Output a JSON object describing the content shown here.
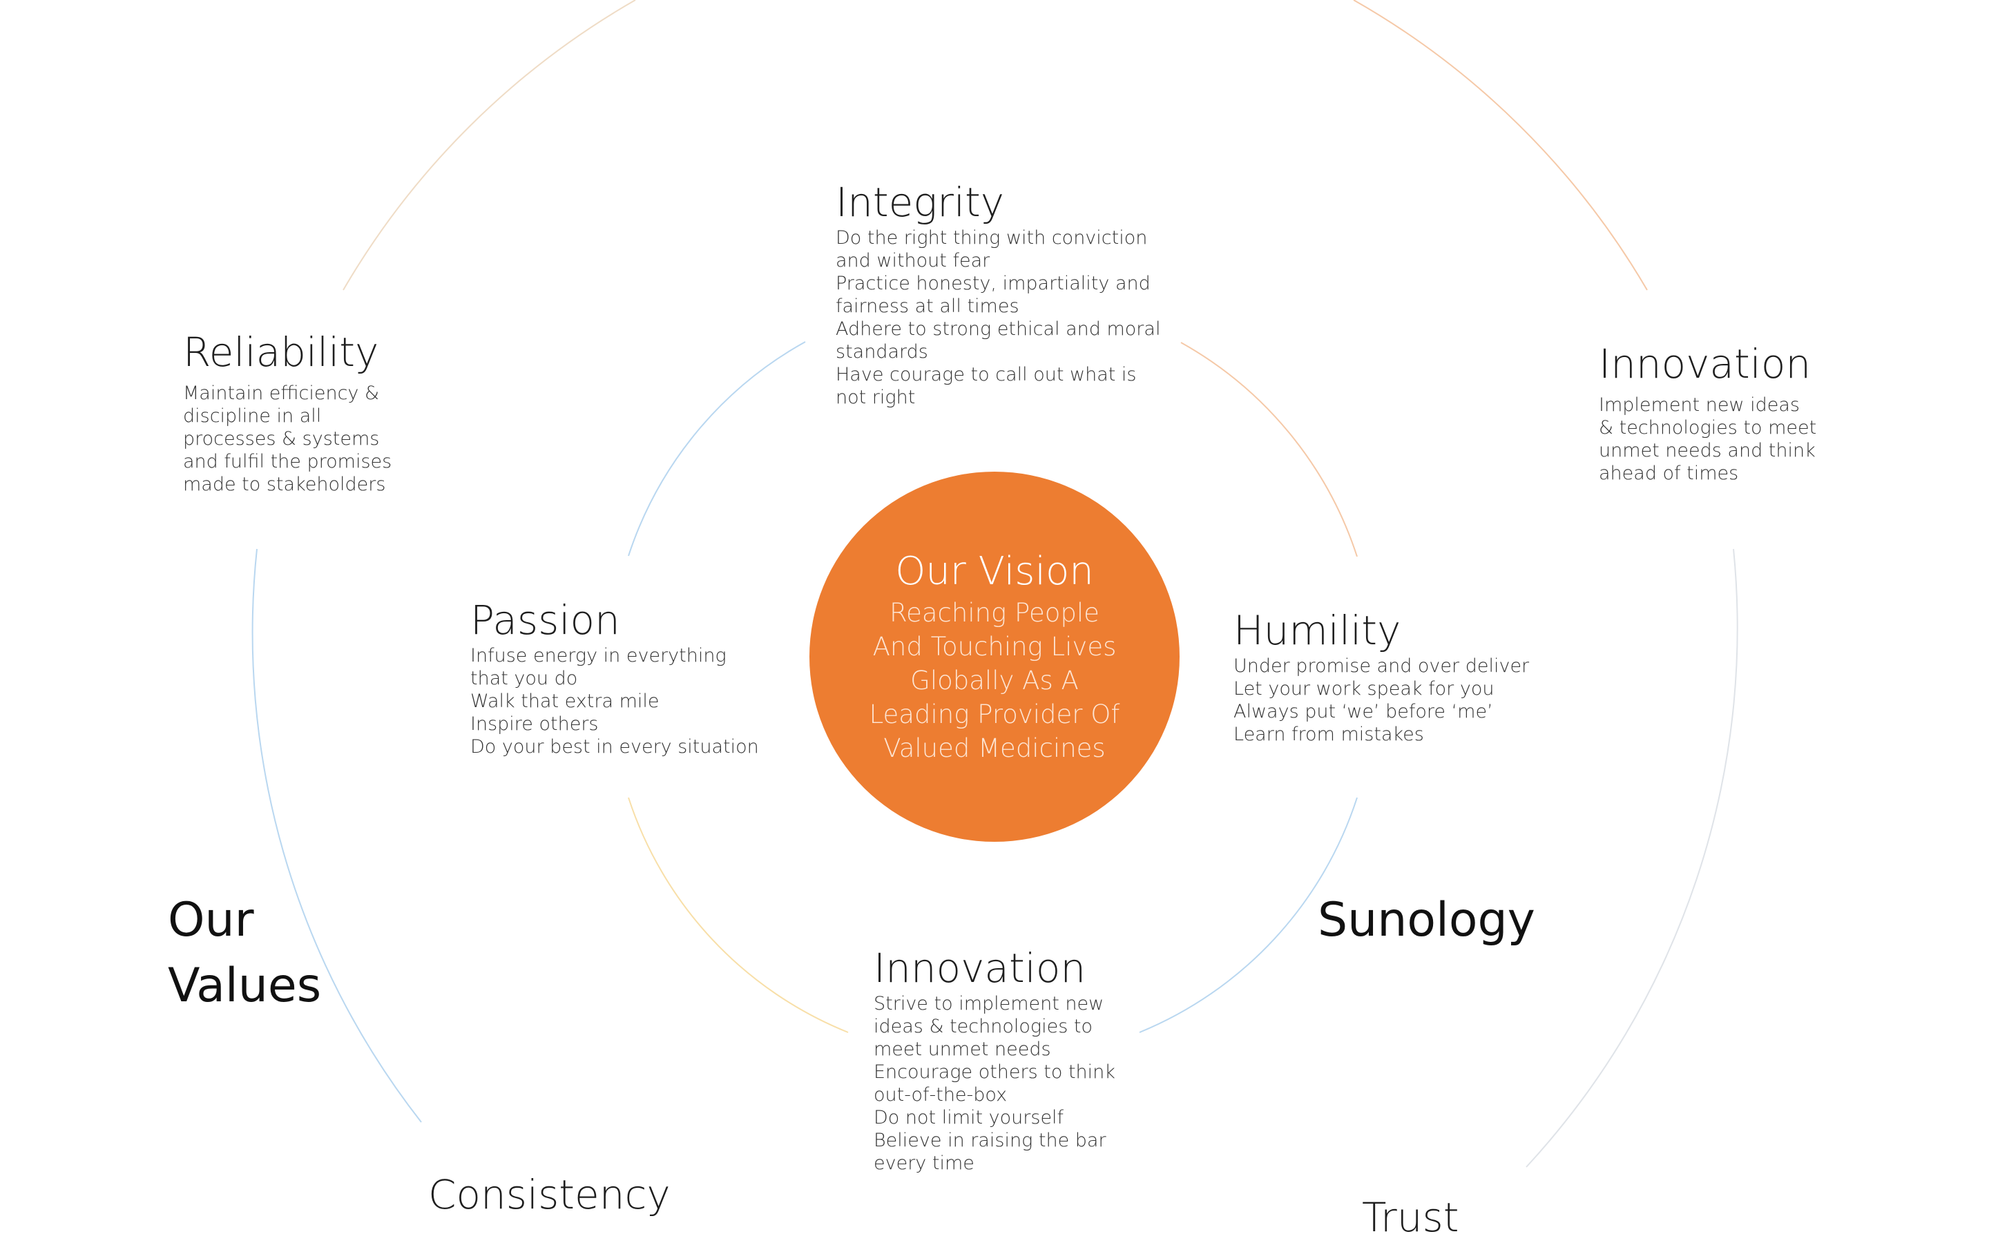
{
  "vision": {
    "title": "Our Vision",
    "lines": [
      "Reaching People",
      "And Touching Lives",
      "Globally As A",
      "Leading Provider Of",
      "Valued Medicines"
    ]
  },
  "inner_values": {
    "integrity": {
      "title": "Integrity",
      "lines": [
        "Do the right thing with conviction",
        "and without fear",
        "Practice honesty, impartiality and",
        "fairness at all times",
        "Adhere to strong ethical and moral",
        "standards",
        "Have courage to call out what is",
        "not right"
      ]
    },
    "passion": {
      "title": "Passion",
      "lines": [
        "Infuse energy in everything",
        "that you do",
        "Walk that extra mile",
        "Inspire others",
        "Do your best in every situation"
      ]
    },
    "humility": {
      "title": "Humility",
      "lines": [
        "Under promise and over deliver",
        "Let your work speak for you",
        "Always put ‘we’ before ‘me’",
        "Learn from mistakes"
      ]
    },
    "innovation": {
      "title": "Innovation",
      "lines": [
        "Strive to implement new",
        "ideas & technologies to",
        "meet unmet needs",
        "Encourage others to think",
        "out-of-the-box",
        "Do not limit yourself",
        "Believe in raising the bar",
        "every time"
      ]
    }
  },
  "outer_values": {
    "reliability": {
      "title": "Reliability",
      "lines": [
        "Maintain efficiency &",
        "discipline in all",
        "processes & systems",
        "and fulfil the promises",
        "made to stakeholders"
      ]
    },
    "innovation": {
      "title": "Innovation",
      "lines": [
        "Implement new ideas",
        "& technologies to meet",
        "unmet needs and think",
        "ahead of times"
      ]
    },
    "consistency": {
      "title": "Consistency"
    },
    "trust": {
      "title": "Trust"
    }
  },
  "labels": {
    "our_values_line1": "Our",
    "our_values_line2": "Values",
    "sunology": "Sunology"
  },
  "colors": {
    "vision_fill": "#ed7d31",
    "arc_blue": "#b9d7f0",
    "arc_orange": "#f5c9a8",
    "arc_yellow": "#f8dfa8",
    "arc_tan": "#efdcc6",
    "arc_grey": "#dfe3e8"
  }
}
